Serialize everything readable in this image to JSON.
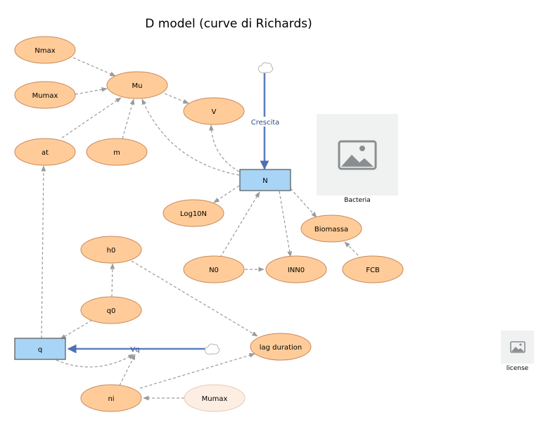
{
  "title": "D model (curve di Richards)",
  "nodes": {
    "nmax": "Nmax",
    "mumax": "Mumax",
    "mu": "Mu",
    "v": "V",
    "at": "at",
    "m": "m",
    "log10n": "Log10N",
    "biomassa": "Biomassa",
    "h0": "h0",
    "n0": "N0",
    "inn0": "INN0",
    "fcb": "FCB",
    "q0": "q0",
    "lag_duration": "lag duration",
    "ni": "ni",
    "mumax_ghost": "Mumax"
  },
  "stocks": {
    "n": "N",
    "q": "q"
  },
  "flows": {
    "crescita": "Crescita",
    "vq": "Vq"
  },
  "images": {
    "bacteria": "Bacteria",
    "license": "license"
  },
  "colors": {
    "variable_fill": "#ffcc99",
    "variable_stroke": "#c8875a",
    "ghost_fill": "#fdeee4",
    "stock_fill": "#a8d4f5",
    "flow_color": "#5b7fbf",
    "link_color": "#9a9a9a"
  }
}
